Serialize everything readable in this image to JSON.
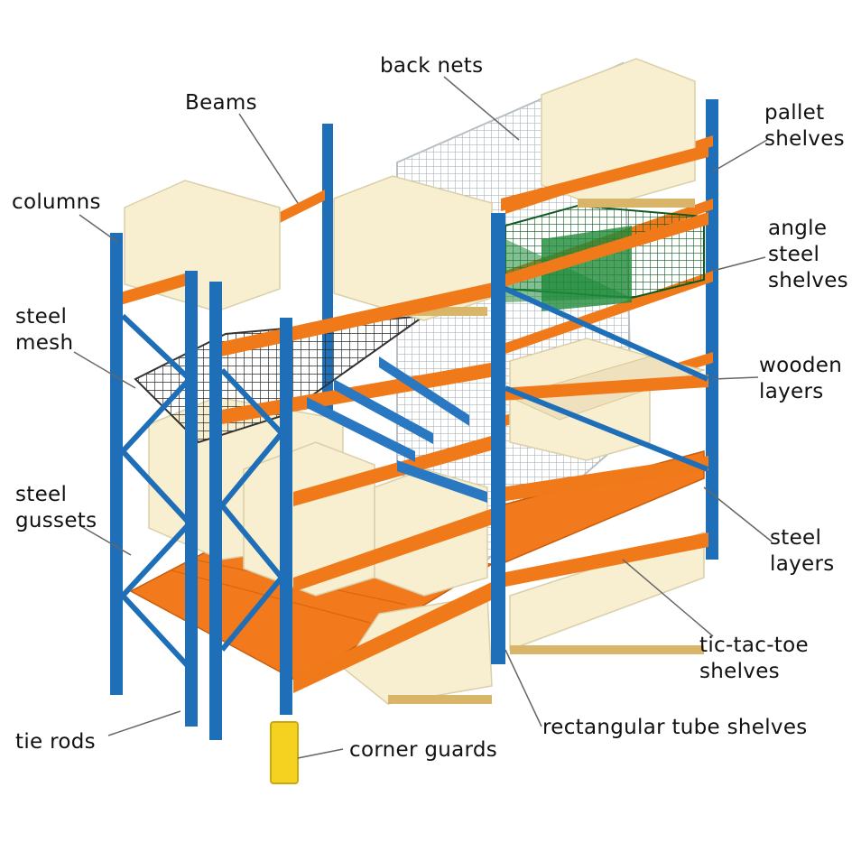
{
  "colors": {
    "column_blue": "#1f6fb8",
    "column_dark": "#174f86",
    "beam_orange": "#f07a1a",
    "beam_dark": "#c85e0c",
    "pallet_cream": "#f7efcf",
    "pallet_wood": "#d9b56a",
    "mesh_green": "#1f8a3a",
    "guard_yellow": "#f4d21f",
    "leader_gray": "#666666"
  },
  "labels": {
    "back_nets": "back nets",
    "beams": "Beams",
    "pallet_shelves": "pallet\nshelves",
    "columns": "columns",
    "angle_steel_shelves": "angle\nsteel\nshelves",
    "steel_mesh": "steel\nmesh",
    "wooden_layers": "wooden\nlayers",
    "steel_gussets": "steel\ngussets",
    "steel_layers": "steel\nlayers",
    "tic_tac_toe_shelves": "tic-tac-toe\nshelves",
    "tie_rods": "tie rods",
    "rectangular_tube_shelves": "rectangular tube shelves",
    "corner_guards": "corner guards"
  }
}
